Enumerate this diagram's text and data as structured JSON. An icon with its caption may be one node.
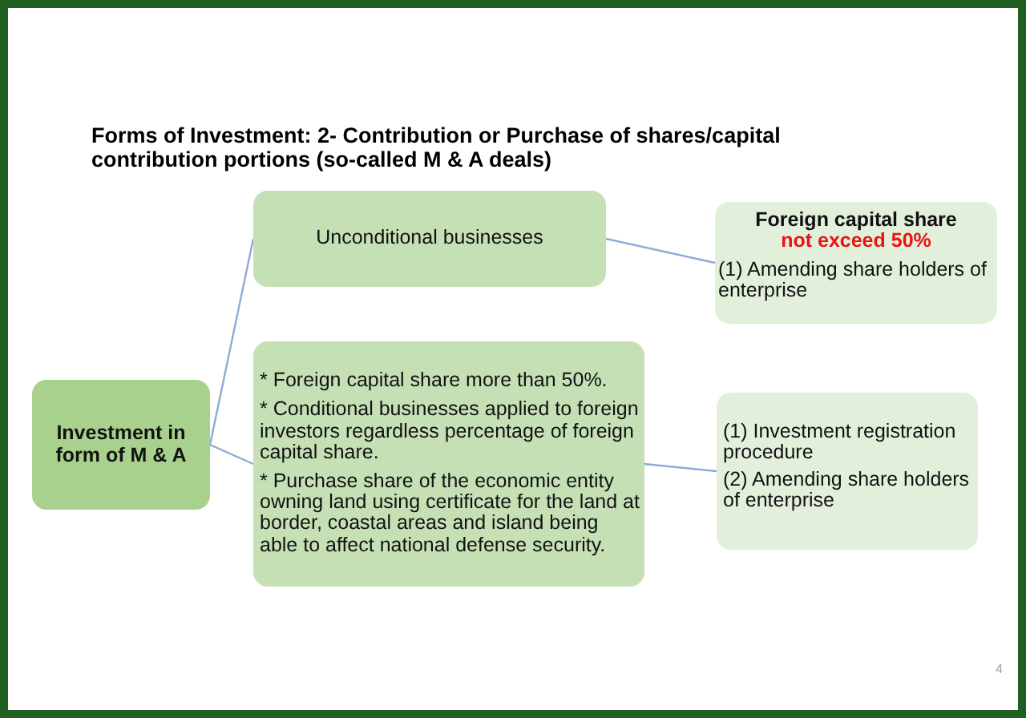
{
  "diagram": {
    "title": "Forms of Investment: 2- Contribution or Purchase of shares/capital contribution portions (so-called M & A deals)",
    "nodes": [
      {
        "text": [
          "Investment in form of M & A"
        ]
      },
      {
        "text": [
          "Unconditional businesses"
        ]
      },
      {
        "text": [
          "* Foreign capital share more than 50%.",
          "* Conditional businesses applied to foreign investors regardless percentage of foreign capital share.",
          "* Purchase share of the economic entity owning land using certificate for the land at border, coastal areas and island being able to affect national defense security."
        ]
      },
      {
        "text": [
          "Foreign capital share",
          "not exceed 50%",
          "(1) Amending share holders of enterprise"
        ]
      },
      {
        "text": [
          "(1) Investment registration procedure",
          "(2) Amending share holders of enterprise"
        ]
      }
    ],
    "edges": [
      {
        "from": 0,
        "to": 1,
        "arrow": "none"
      },
      {
        "from": 0,
        "to": 2,
        "arrow": "none"
      },
      {
        "from": 1,
        "to": 3,
        "arrow": "none"
      },
      {
        "from": 2,
        "to": 4,
        "arrow": "none"
      }
    ],
    "labels": [
      "4"
    ]
  }
}
